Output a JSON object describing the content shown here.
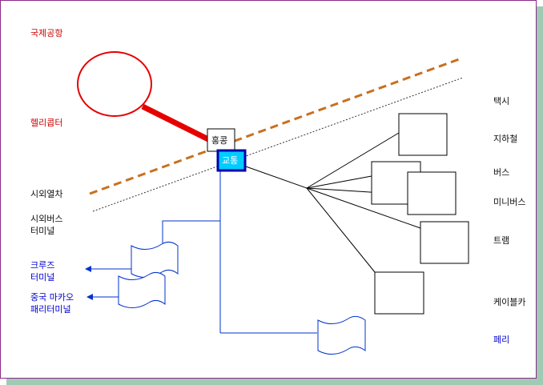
{
  "left_labels": {
    "airport": "국제공항",
    "helicopter": "헬리콥터",
    "intercity_train": "시외열차",
    "intercity_bus_line1": "시외버스",
    "intercity_bus_line2": "터미널",
    "cruise_line1": "크루즈",
    "cruise_line2": "터미널",
    "china_macau_line1": "중국 마카오",
    "china_macau_line2": "패리터미널"
  },
  "right_labels": {
    "taxi": "택시",
    "subway": "지하철",
    "bus": "버스",
    "minibus": "미니버스",
    "tram": "트램",
    "cable_car": "케이블카",
    "ferry": "페리"
  },
  "center": {
    "hongkong": "홍콩",
    "transport": "교통"
  },
  "colors": {
    "red": "#e60000",
    "orange_dash": "#c87020",
    "blue": "#0033cc",
    "cyan": "#00ccff",
    "frame_border": "#8a2a8a",
    "shadow": "#9fcab4"
  }
}
